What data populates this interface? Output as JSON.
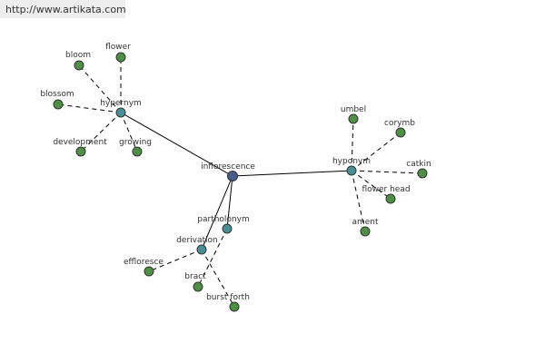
{
  "watermark": {
    "url": "http://www.artikata.com"
  },
  "colors": {
    "center": "#4a5a8c",
    "relation": "#4a8e96",
    "term": "#4f8f45"
  },
  "graph": {
    "nodes": [
      {
        "id": "inflorescence",
        "label": "inflorescence",
        "kind": "center"
      },
      {
        "id": "hypernym",
        "label": "hypernym",
        "kind": "relation"
      },
      {
        "id": "hyponym",
        "label": "hyponym",
        "kind": "relation"
      },
      {
        "id": "partholonym",
        "label": "partholonym",
        "kind": "relation"
      },
      {
        "id": "derivation",
        "label": "derivation",
        "kind": "relation"
      },
      {
        "id": "flower",
        "label": "flower",
        "kind": "term"
      },
      {
        "id": "bloom",
        "label": "bloom",
        "kind": "term"
      },
      {
        "id": "blossom",
        "label": "blossom",
        "kind": "term"
      },
      {
        "id": "development",
        "label": "development",
        "kind": "term"
      },
      {
        "id": "growing",
        "label": "growing",
        "kind": "term"
      },
      {
        "id": "umbel",
        "label": "umbel",
        "kind": "term"
      },
      {
        "id": "corymb",
        "label": "corymb",
        "kind": "term"
      },
      {
        "id": "catkin",
        "label": "catkin",
        "kind": "term"
      },
      {
        "id": "flower-head",
        "label": "flower head",
        "kind": "term"
      },
      {
        "id": "ament",
        "label": "ament",
        "kind": "term"
      },
      {
        "id": "effloresce",
        "label": "effloresce",
        "kind": "term"
      },
      {
        "id": "bract",
        "label": "bract",
        "kind": "term"
      },
      {
        "id": "burst-forth",
        "label": "burst forth",
        "kind": "term"
      }
    ],
    "edges": [
      {
        "from": "inflorescence",
        "to": "hypernym",
        "style": "solid"
      },
      {
        "from": "inflorescence",
        "to": "hyponym",
        "style": "solid"
      },
      {
        "from": "inflorescence",
        "to": "partholonym",
        "style": "solid"
      },
      {
        "from": "inflorescence",
        "to": "derivation",
        "style": "solid"
      },
      {
        "from": "hypernym",
        "to": "flower",
        "style": "dashed"
      },
      {
        "from": "hypernym",
        "to": "bloom",
        "style": "dashed"
      },
      {
        "from": "hypernym",
        "to": "blossom",
        "style": "dashed"
      },
      {
        "from": "hypernym",
        "to": "development",
        "style": "dashed"
      },
      {
        "from": "hypernym",
        "to": "growing",
        "style": "dashed"
      },
      {
        "from": "hyponym",
        "to": "umbel",
        "style": "dashed"
      },
      {
        "from": "hyponym",
        "to": "corymb",
        "style": "dashed"
      },
      {
        "from": "hyponym",
        "to": "catkin",
        "style": "dashed"
      },
      {
        "from": "hyponym",
        "to": "flower-head",
        "style": "dashed"
      },
      {
        "from": "hyponym",
        "to": "ament",
        "style": "dashed"
      },
      {
        "from": "partholonym",
        "to": "bract",
        "style": "dashed"
      },
      {
        "from": "derivation",
        "to": "effloresce",
        "style": "dashed"
      },
      {
        "from": "derivation",
        "to": "burst-forth",
        "style": "dashed"
      }
    ]
  }
}
